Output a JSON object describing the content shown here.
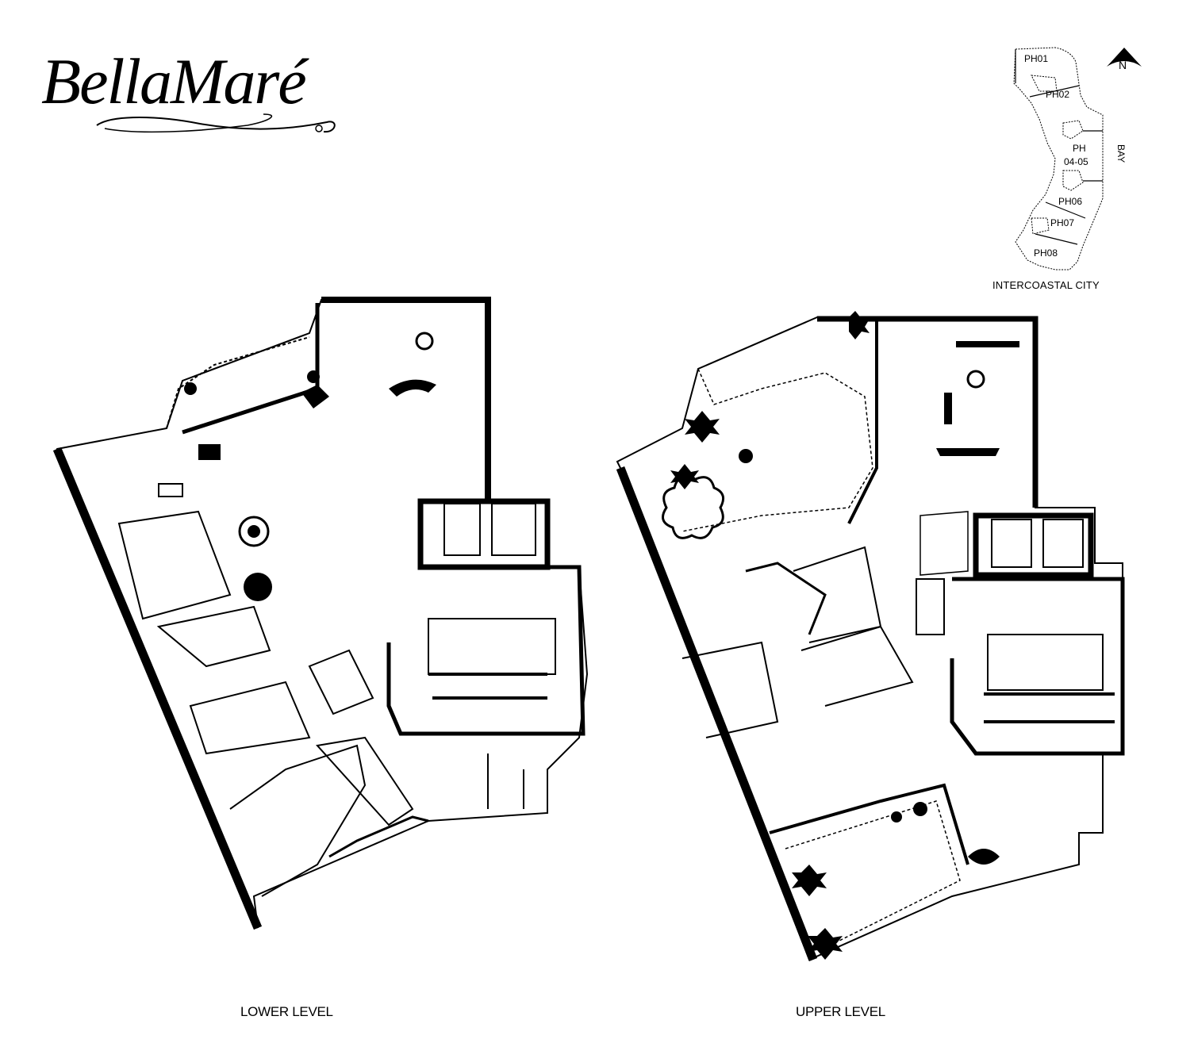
{
  "brand": {
    "logo_text": "BellaMaré"
  },
  "key_plan": {
    "north_label": "N",
    "units": [
      {
        "label": "PH01"
      },
      {
        "label": "PH02"
      },
      {
        "label": "PH"
      },
      {
        "label": "04-05"
      },
      {
        "label": "PH06"
      },
      {
        "label": "PH07"
      },
      {
        "label": "PH08"
      }
    ],
    "side_label": "BAY",
    "bottom_label": "INTERCOASTAL CITY"
  },
  "plans": [
    {
      "label": "LOWER LEVEL"
    },
    {
      "label": "UPPER LEVEL"
    }
  ],
  "colors": {
    "ink": "#000000",
    "paper": "#ffffff"
  }
}
